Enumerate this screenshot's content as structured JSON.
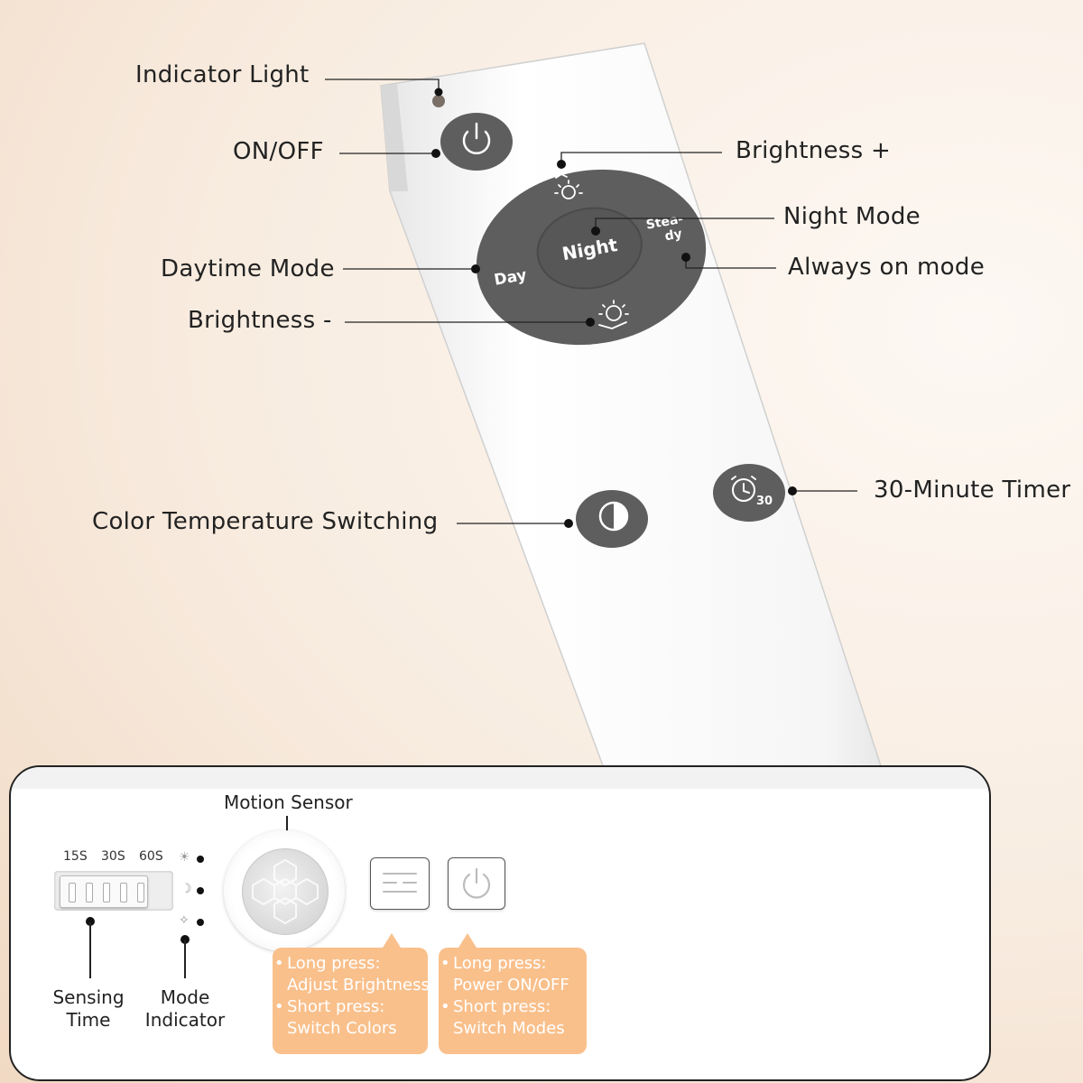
{
  "remote": {
    "center_button": "Night",
    "left_button": "Day",
    "right_button_line1": "Stea-",
    "right_button_line2": "dy",
    "timer_badge": "30"
  },
  "callouts": {
    "indicator_light": "Indicator Light",
    "on_off": "ON/OFF",
    "brightness_plus": "Brightness +",
    "night_mode": "Night Mode",
    "daytime_mode": "Daytime Mode",
    "always_on_mode": "Always on mode",
    "brightness_minus": "Brightness -",
    "timer": "30-Minute Timer",
    "color_temp": "Color Temperature Switching"
  },
  "inset": {
    "motion_sensor": "Motion Sensor",
    "ticks": [
      "15S",
      "30S",
      "60S"
    ],
    "sensing_time_line1": "Sensing",
    "sensing_time_line2": "Time",
    "mode_indicator_line1": "Mode",
    "mode_indicator_line2": "Indicator",
    "bubble_left": {
      "line1": "Long press:",
      "line2": "Adjust Brightness",
      "line3": "Short press:",
      "line4": "Switch Colors"
    },
    "bubble_right": {
      "line1": "Long press:",
      "line2": "Power ON/OFF",
      "line3": "Short press:",
      "line4": "Switch Modes"
    }
  },
  "colors": {
    "button_gray": "#5e5e5e",
    "bubble_orange": "#f9c08c"
  }
}
